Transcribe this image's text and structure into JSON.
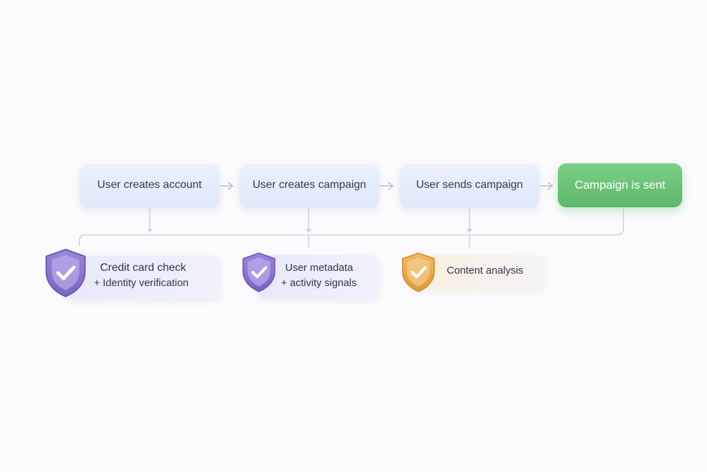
{
  "steps": [
    {
      "label": "User creates account"
    },
    {
      "label": "User creates campaign"
    },
    {
      "label": "User sends campaign"
    },
    {
      "label": "Campaign is sent"
    }
  ],
  "checks": [
    {
      "line1": "Credit card check",
      "line2": "+ Identity verification",
      "color": "#8a74cf"
    },
    {
      "line1": "User metadata",
      "line2": "+ activity signals",
      "color": "#8a74cf"
    },
    {
      "line1": "Content analysis",
      "line2": "",
      "color": "#e3a54a"
    }
  ],
  "colors": {
    "step_bg": "#e4edf9",
    "final_bg": "#6cc278",
    "connector": "#c6cad6",
    "shield_purple": "#8a74cf",
    "shield_orange": "#e3a54a"
  }
}
